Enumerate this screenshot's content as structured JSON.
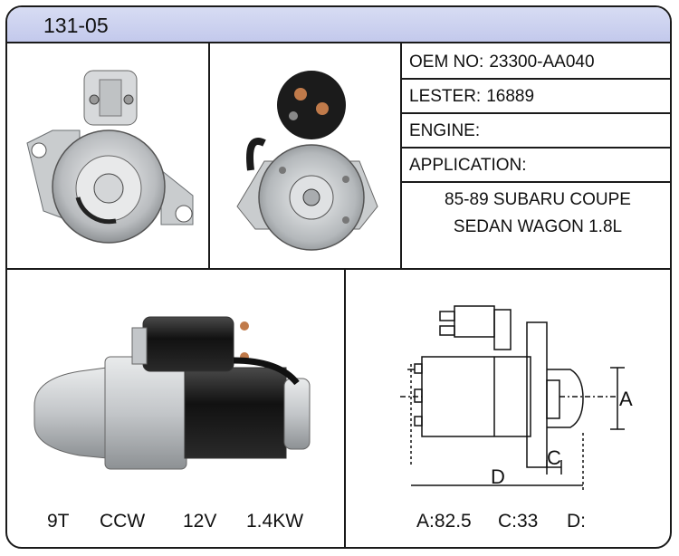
{
  "header": {
    "part_number": "131-05"
  },
  "specs": [
    {
      "label": "OEM NO:",
      "value": "23300-AA040"
    },
    {
      "label": "LESTER:",
      "value": "16889"
    },
    {
      "label": "ENGINE:",
      "value": ""
    },
    {
      "label": "APPLICATION:",
      "value": ""
    }
  ],
  "application": {
    "line1": "85-89 SUBARU COUPE",
    "line2": "SEDAN WAGON 1.8L"
  },
  "ratings": {
    "teeth": "9T",
    "rotation": "CCW",
    "voltage": "12V",
    "power": "1.4KW"
  },
  "dimensions": {
    "a": "A:82.5",
    "c": "C:33",
    "d": "D:"
  },
  "diagram_labels": {
    "a": "A",
    "c": "C",
    "d": "D"
  },
  "colors": {
    "header_bg": "#c9cfee",
    "border": "#1a1a1a",
    "metal": "#c9ccce",
    "dark": "#1b1b1b"
  }
}
